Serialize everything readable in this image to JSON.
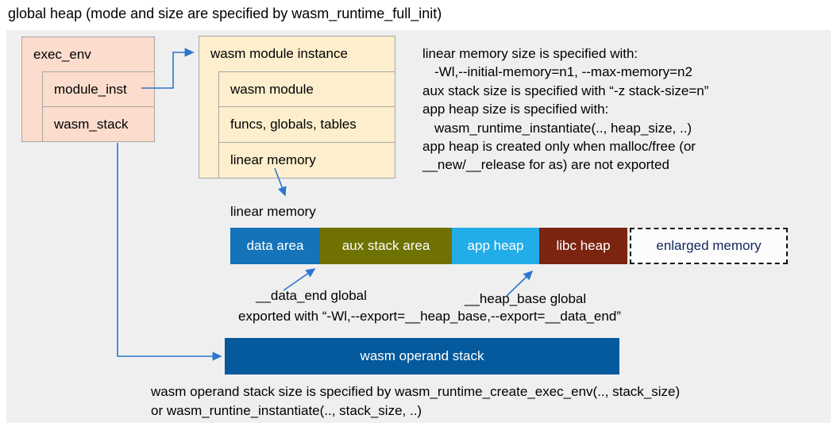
{
  "title": "global heap (mode and size are specified by wasm_runtime_full_init)",
  "exec_env": {
    "label": "exec_env",
    "children": [
      "module_inst",
      "wasm_stack"
    ]
  },
  "module_instance": {
    "label": "wasm module instance",
    "children": [
      "wasm module",
      "funcs, globals, tables",
      "linear memory"
    ]
  },
  "notes_right": {
    "lines": [
      "linear memory size is specified with:",
      "-Wl,--initial-memory=n1, --max-memory=n2",
      "aux stack size is specified with “-z stack-size=n”",
      "app heap size is specified with:",
      "wasm_runtime_instantiate(.., heap_size, ..)",
      "app heap is created only when malloc/free (or",
      "__new/__release for as) are not exported"
    ]
  },
  "linear_memory": {
    "label": "linear memory",
    "segments": [
      {
        "label": "data area",
        "color": "#1573b9"
      },
      {
        "label": "aux stack area",
        "color": "#6f7100"
      },
      {
        "label": "app heap",
        "color": "#22ace8"
      },
      {
        "label": "libc heap",
        "color": "#7b2410"
      }
    ],
    "enlarged": {
      "label": "enlarged memory",
      "text_color": "#15265e"
    }
  },
  "annotations": {
    "data_end": "__data_end global",
    "heap_base": "__heap_base global",
    "exported": "exported with “-Wl,--export=__heap_base,--export=__data_end”"
  },
  "operand_stack": {
    "label": "wasm operand stack",
    "color": "#045a9d"
  },
  "bottom_note": {
    "lines": [
      "wasm operand stack size is specified by wasm_runtime_create_exec_env(.., stack_size)",
      "or wasm_runtine_instantiate(.., stack_size, ..)"
    ]
  },
  "colors": {
    "panel_bg": "#efefef",
    "exec_env_fill": "#fcdccc",
    "module_instance_fill": "#fdefcd",
    "box_border": "#a6a6a6",
    "arrow": "#2b76cf",
    "enlarged_border": "#111111"
  }
}
